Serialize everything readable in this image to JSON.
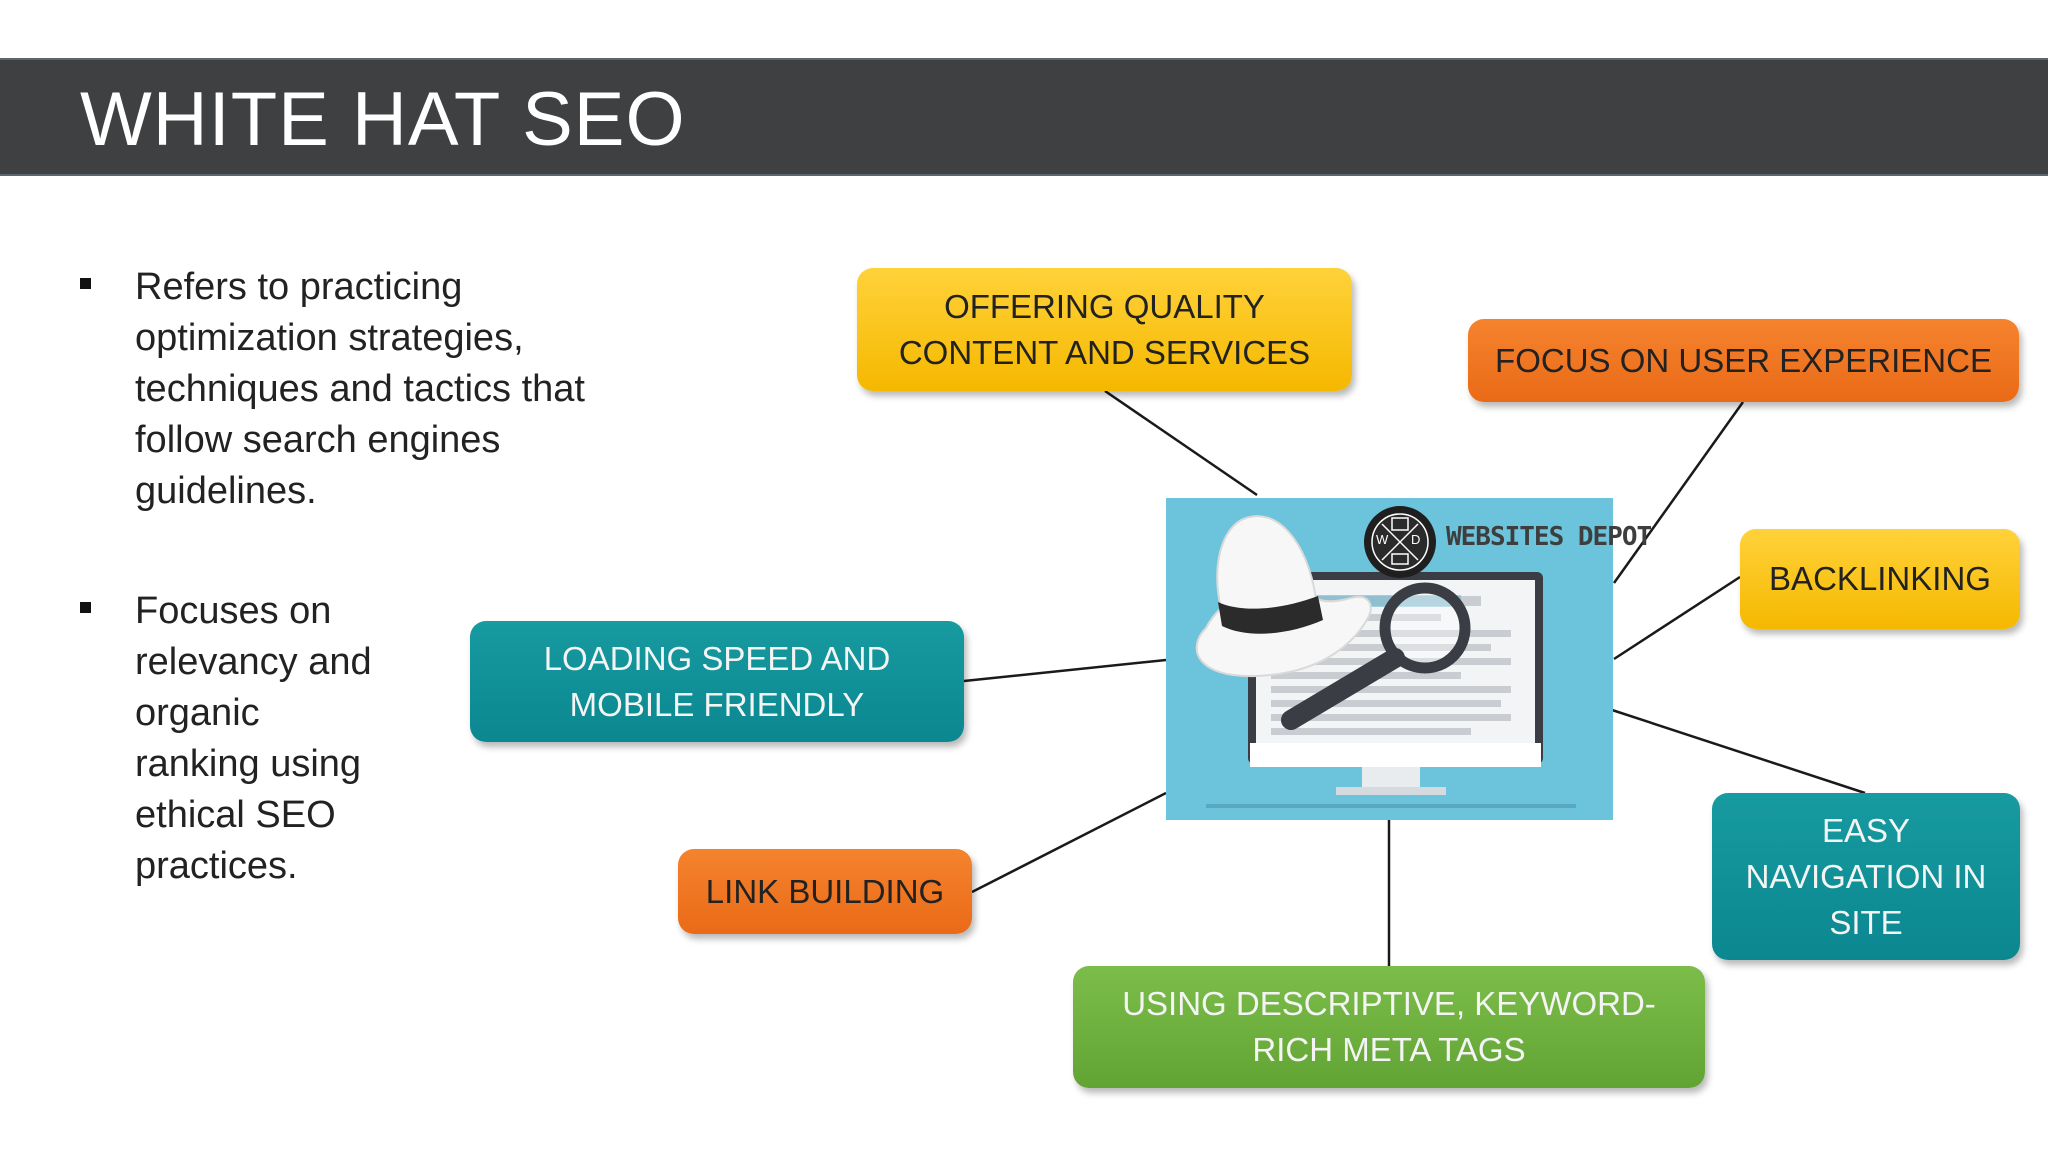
{
  "slide": {
    "title": "WHITE HAT SEO",
    "bullets": [
      {
        "text": "Refers to practicing\noptimization strategies,\ntechniques and tactics that\nfollow search engines\nguidelines."
      },
      {
        "text": "Focuses on\nrelevancy and\norganic\nranking using\nethical SEO\npractices."
      }
    ]
  },
  "diagram": {
    "center": {
      "brand": "WEBSITES DEPOT",
      "logo_letters": [
        "W",
        "D"
      ],
      "icon": "white-hat-magnifier-monitor-icon"
    },
    "nodes": [
      {
        "id": "quality",
        "label": "OFFERING QUALITY\nCONTENT AND SERVICES",
        "color": "yellow"
      },
      {
        "id": "ux",
        "label": "FOCUS ON USER EXPERIENCE",
        "color": "orange"
      },
      {
        "id": "backlinking",
        "label": "BACKLINKING",
        "color": "yellow"
      },
      {
        "id": "loading",
        "label": "LOADING SPEED AND\nMOBILE FRIENDLY",
        "color": "teal"
      },
      {
        "id": "navigation",
        "label": "EASY\nNAVIGATION IN\nSITE",
        "color": "teal"
      },
      {
        "id": "linkbuilding",
        "label": "LINK BUILDING",
        "color": "orange"
      },
      {
        "id": "metatags",
        "label": "USING DESCRIPTIVE, KEYWORD-\nRICH META TAGS",
        "color": "green"
      }
    ],
    "colors": {
      "yellow": "#f9c21a",
      "orange": "#ef7524",
      "teal": "#11909a",
      "green": "#70b13f",
      "title_bar": "#3f4042",
      "hero_bg": "#6cc3dc"
    }
  }
}
